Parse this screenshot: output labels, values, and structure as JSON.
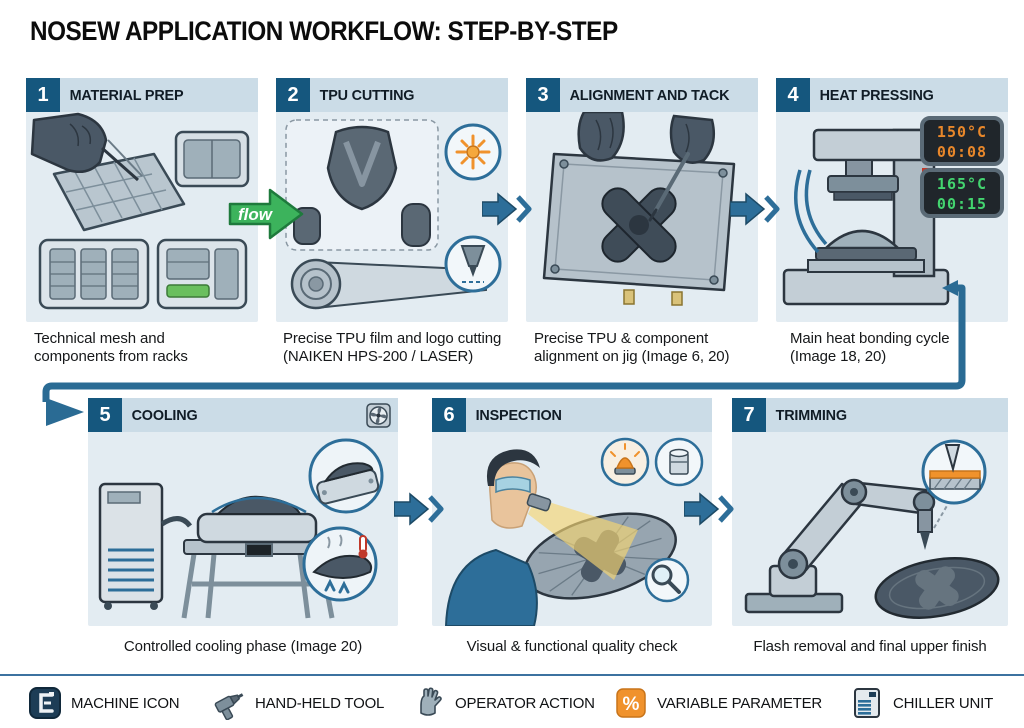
{
  "title": "NOSEW APPLICATION WORKFLOW: STEP-BY-STEP",
  "flow_arrow": {
    "label": "flow",
    "color": "#3cb35c"
  },
  "steps": [
    {
      "number": "1",
      "title": "MATERIAL PREP",
      "caption": "Technical mesh and\ncomponents from racks"
    },
    {
      "number": "2",
      "title": "TPU CUTTING",
      "caption": "Precise TPU film and logo cutting\n(NAIKEN HPS-200 / LASER)"
    },
    {
      "number": "3",
      "title": "ALIGNMENT AND TACK",
      "caption": "Precise TPU & component\nalignment on jig (Image 6, 20)"
    },
    {
      "number": "4",
      "title": "HEAT PRESSING",
      "caption": "Main heat bonding cycle\n(Image 18, 20)"
    },
    {
      "number": "5",
      "title": "COOLING",
      "caption": "Controlled cooling phase (Image 20)"
    },
    {
      "number": "6",
      "title": "INSPECTION",
      "caption": "Visual & functional quality check"
    },
    {
      "number": "7",
      "title": "TRIMMING",
      "caption": "Flash removal and final upper finish"
    }
  ],
  "heat_press_displays": [
    {
      "temp": "150°C",
      "time": "00:08",
      "color": "#e8872a"
    },
    {
      "temp": "165°C",
      "time": "00:15",
      "color": "#43d46f"
    }
  ],
  "legend": {
    "percent_symbol": "%",
    "items": [
      {
        "icon": "machine-icon",
        "label": "MACHINE ICON"
      },
      {
        "icon": "hand-held-tool-icon",
        "label": "HAND-HELD TOOL"
      },
      {
        "icon": "operator-action-icon",
        "label": "OPERATOR ACTION"
      },
      {
        "icon": "variable-parameter-icon",
        "label": "VARIABLE PARAMETER"
      },
      {
        "icon": "chiller-unit-icon",
        "label": "CHILLER UNIT"
      }
    ]
  },
  "colors": {
    "accent_blue": "#2a6b94",
    "badge_blue": "#15577e",
    "flow_green": "#3cb35c",
    "alert_orange": "#f0922c",
    "panel_bg": "#e3ecf2",
    "header_bg": "#cbdce7"
  }
}
